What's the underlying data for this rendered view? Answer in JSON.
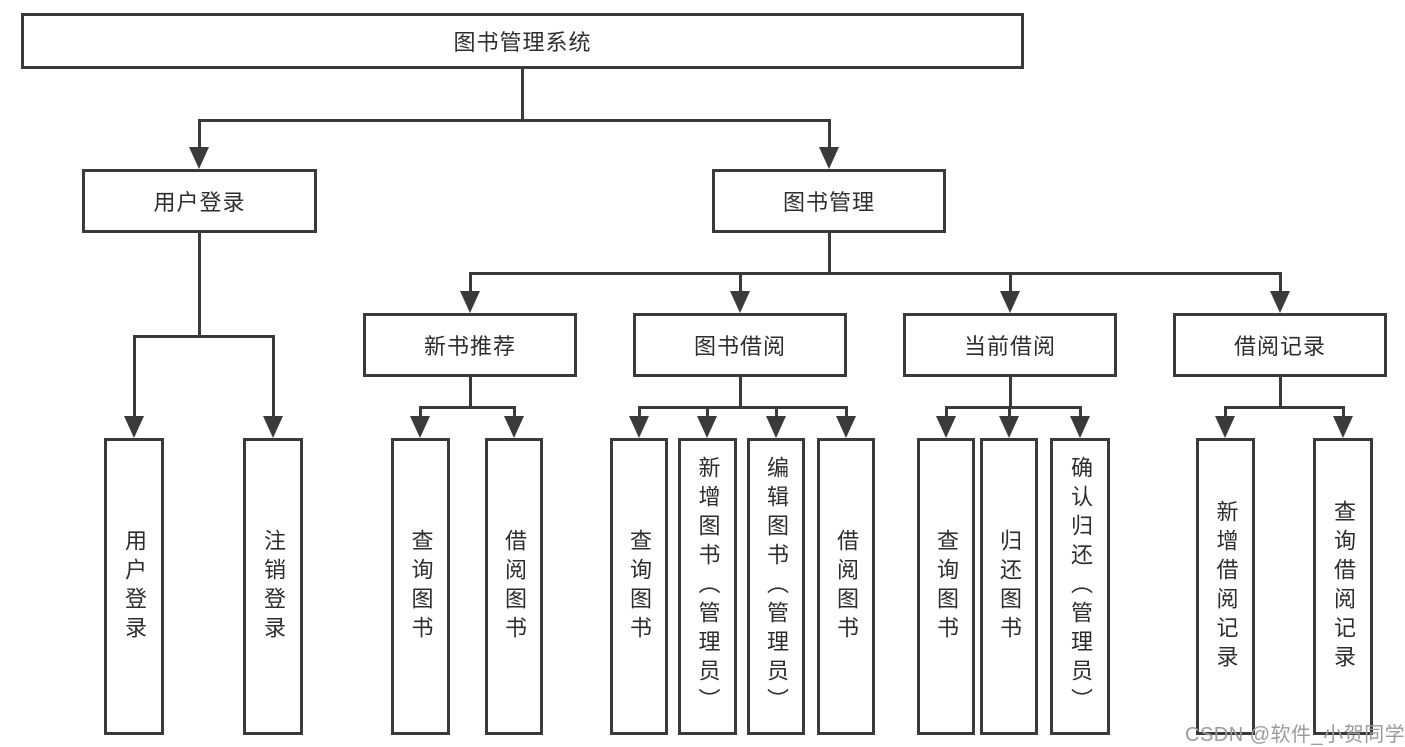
{
  "diagram": {
    "root": {
      "label": "图书管理系统"
    },
    "level1": {
      "user_login": {
        "label": "用户登录"
      },
      "book_mgmt": {
        "label": "图书管理"
      }
    },
    "level2": {
      "new_book_rec": {
        "label": "新书推荐"
      },
      "book_borrow": {
        "label": "图书借阅"
      },
      "current_borrow": {
        "label": "当前借阅"
      },
      "borrow_record": {
        "label": "借阅记录"
      }
    },
    "leaves": {
      "user_login": [
        "用户登录",
        "注销登录"
      ],
      "new_book_rec": [
        "查询图书",
        "借阅图书"
      ],
      "book_borrow": [
        "查询图书",
        "新增图书（管理员）",
        "编辑图书（管理员）",
        "借阅图书"
      ],
      "current_borrow": [
        "查询图书",
        "归还图书",
        "确认归还（管理员）"
      ],
      "borrow_record": [
        "新增借阅记录",
        "查询借阅记录"
      ]
    }
  },
  "watermark": "CSDN @软件_小贺同学",
  "colors": {
    "line": "#3a3a3a",
    "text": "#2d2d2d",
    "watermark": "#9b9b9b",
    "background": "#ffffff"
  }
}
